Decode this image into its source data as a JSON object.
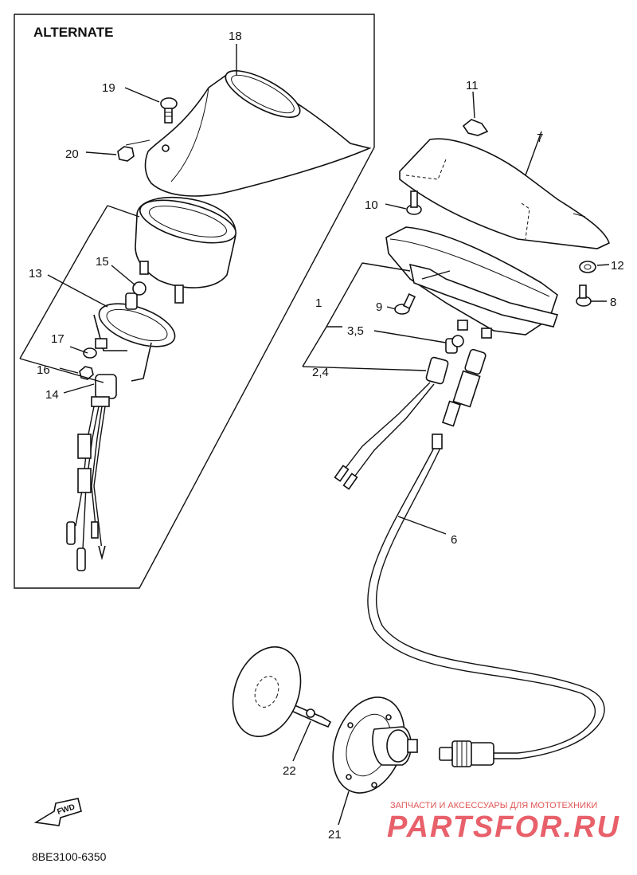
{
  "panel": {
    "title": "ALTERNATE"
  },
  "labels": {
    "p1": "1",
    "p2_4": "2,4",
    "p3_5": "3,5",
    "p6": "6",
    "p7": "7",
    "p8": "8",
    "p9": "9",
    "p10": "10",
    "p11": "11",
    "p12": "12",
    "p13": "13",
    "p14": "14",
    "p15": "15",
    "p16": "16",
    "p17": "17",
    "p18": "18",
    "p19": "19",
    "p20": "20",
    "p21": "21",
    "p22": "22"
  },
  "fwd_label": "FWD",
  "diagram_code": "8BE3100-6350",
  "watermark": {
    "caption": "ЗАПЧАСТИ И АКСЕССУАРЫ ДЛЯ МОТОТЕХНИКИ",
    "brand": "PARTSFOR.RU"
  }
}
